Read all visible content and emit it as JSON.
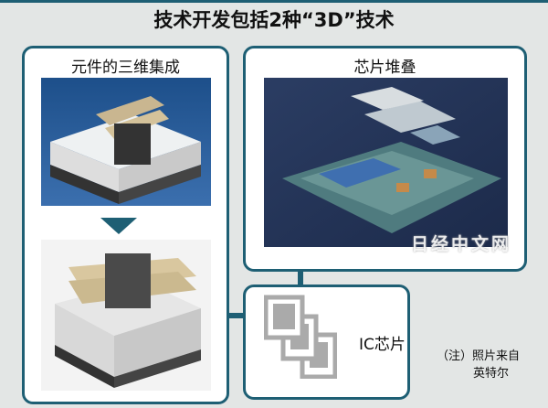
{
  "title": "技术开发包括2种“3D”技术",
  "left_panel": {
    "title": "元件的三维集成"
  },
  "right_panel": {
    "title": "芯片堆叠"
  },
  "ic_panel": {
    "label": "IC芯片"
  },
  "note": {
    "line1": "（注）照片来自",
    "line2": "英特尔"
  },
  "watermark": "日经中文网",
  "colors": {
    "accent": "#1e5f74",
    "background": "#e3e6e5"
  }
}
